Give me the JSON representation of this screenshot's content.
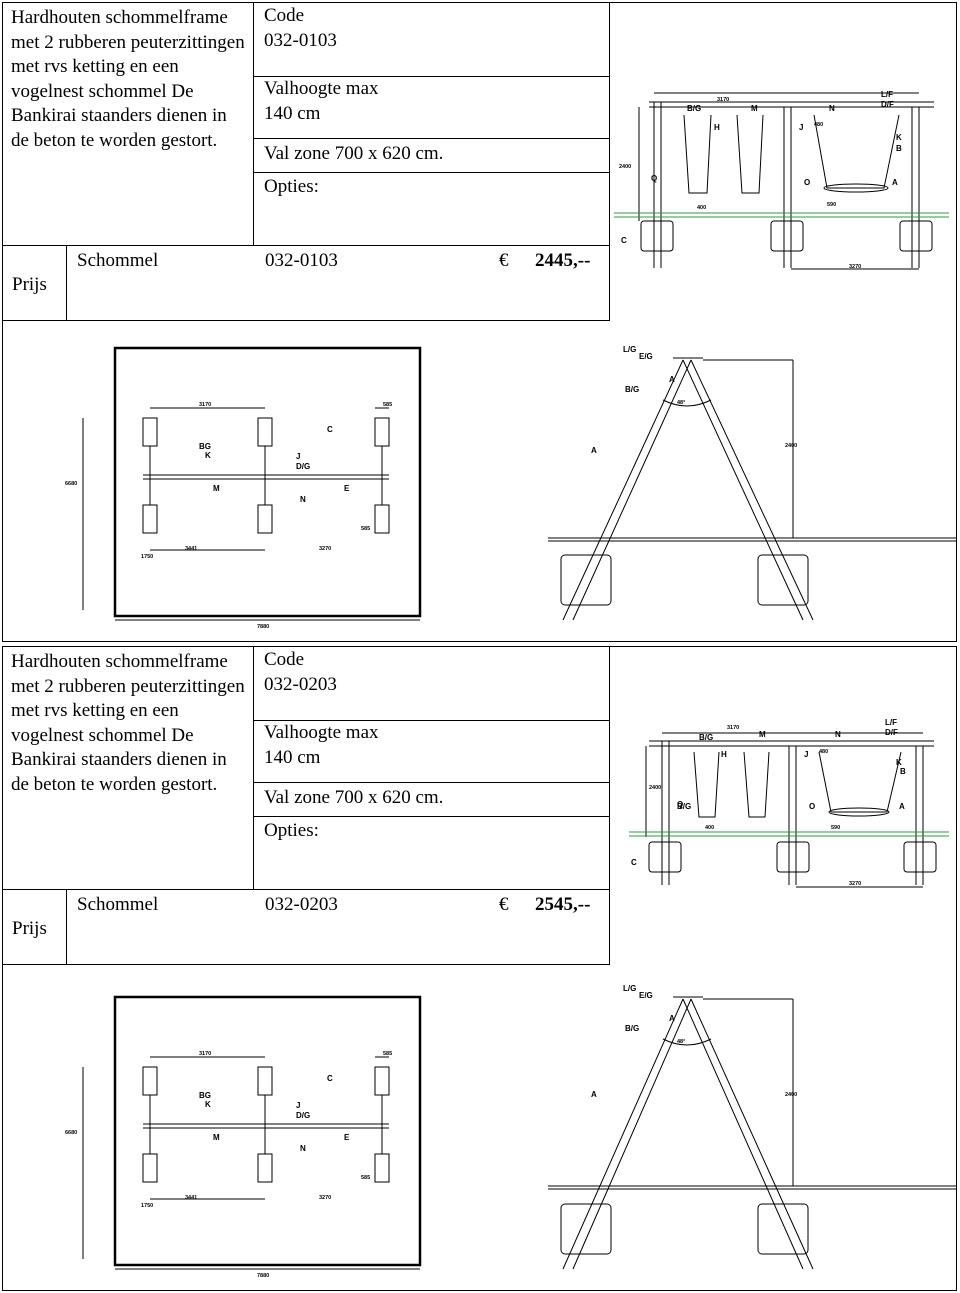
{
  "products": [
    {
      "description": "Hardhouten schommelframe met 2 rubberen peuterzittingen met rvs ketting en een vogelnest schommel De Bankirai staanders dienen in de beton te worden gestort.",
      "code_label": "Code",
      "code": "032-0103",
      "fall_height_label": "Valhoogte max",
      "fall_height": "140 cm",
      "fall_zone": "Val zone 700 x 620 cm.",
      "options_label": "Opties:",
      "price_label": "Prijs",
      "item_name": "Schommel",
      "item_code": "032-0103",
      "currency": "€",
      "price": "2445,--"
    },
    {
      "description": "Hardhouten schommelframe met 2 rubberen peuterzittingen met rvs ketting en een vogelnest schommel De Bankirai staanders dienen in de beton te worden gestort.",
      "code_label": "Code",
      "code": "032-0203",
      "fall_height_label": "Valhoogte max",
      "fall_height": "140 cm",
      "fall_zone": "Val zone 700 x 620 cm.",
      "options_label": "Opties:",
      "price_label": "Prijs",
      "item_name": "Schommel",
      "item_code": "032-0203",
      "currency": "€",
      "price": "2545,--"
    }
  ],
  "drawing_labels": {
    "front": {
      "dim_top": "3170",
      "dim_j": "480",
      "dim_side": "2400",
      "dim_seat": "400",
      "dim_nest": "590",
      "dim_base": "3270",
      "bg": "B/G",
      "m": "M",
      "n": "N",
      "lf": "L/F",
      "df": "D/F",
      "h": "H",
      "j": "J",
      "k": "K",
      "b": "B",
      "q": "Q",
      "o": "O",
      "a": "A",
      "c": "C"
    },
    "plan": {
      "dim_width": "3170",
      "dim_585a": "585",
      "dim_585b": "585",
      "dim_height": "6680",
      "dim_1750": "1750",
      "dim_3441": "3441",
      "dim_3270": "3270",
      "dim_total": "7880",
      "bg": "BG",
      "k": "K",
      "j": "J",
      "dg": "D/G",
      "m": "M",
      "n": "N",
      "e": "E",
      "c": "C"
    },
    "side": {
      "lg": "L/G",
      "eg": "E/G",
      "a": "A",
      "bg": "B/G",
      "angle": "48°",
      "height": "2400"
    }
  }
}
